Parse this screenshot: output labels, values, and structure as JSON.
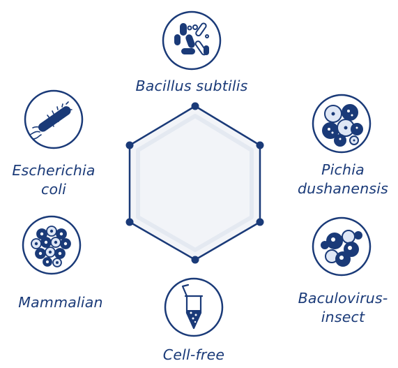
{
  "colors": {
    "navy": "#1a3a78",
    "hex_fill": "#f2f4f8",
    "hex_border": "#e7ebf2",
    "bubble_light": "#dfe7f5"
  },
  "center": {
    "shape": "hexagon"
  },
  "systems": [
    {
      "id": "bacillus",
      "icon": "bacteria-rods-icon",
      "label_lines": [
        "Bacillus subtilis"
      ]
    },
    {
      "id": "pichia",
      "icon": "yeast-cells-icon",
      "label_lines": [
        "Pichia",
        "dushanensis"
      ]
    },
    {
      "id": "baculovirus",
      "icon": "insect-cells-icon",
      "label_lines": [
        "Baculovirus-",
        "insect"
      ]
    },
    {
      "id": "cellfree",
      "icon": "test-tube-icon",
      "label_lines": [
        "Cell-free"
      ]
    },
    {
      "id": "mammalian",
      "icon": "mammalian-cells-icon",
      "label_lines": [
        "Mammalian"
      ]
    },
    {
      "id": "ecoli",
      "icon": "e-coli-icon",
      "label_lines": [
        "Escherichia",
        "coli"
      ]
    }
  ]
}
